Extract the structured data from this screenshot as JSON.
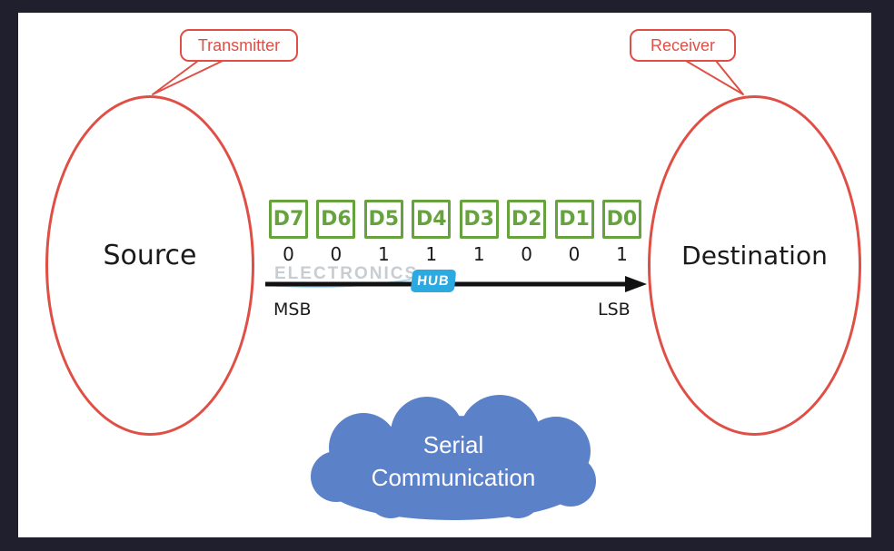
{
  "bubbles": {
    "transmitter": "Transmitter",
    "receiver": "Receiver"
  },
  "nodes": {
    "source": "Source",
    "destination": "Destination"
  },
  "bits": {
    "boxes": [
      "D7",
      "D6",
      "D5",
      "D4",
      "D3",
      "D2",
      "D1",
      "D0"
    ],
    "values": [
      "0",
      "0",
      "1",
      "1",
      "1",
      "0",
      "0",
      "1"
    ]
  },
  "axis": {
    "msb": "MSB",
    "lsb": "LSB"
  },
  "watermark": {
    "brand_left": "ELECTRONICS",
    "brand_right": "HUB"
  },
  "cloud": {
    "line1": "Serial",
    "line2": "Communication"
  },
  "colors": {
    "frame_background": "#1F1F2D",
    "canvas_background": "#FFFFFF",
    "red_accent": "#E04F45",
    "green_accent": "#66A33E",
    "hub_cyan": "#2BAAE2",
    "watermark_gray": "#C7CDD1",
    "cloud_blue": "#5B81C9",
    "arrow_black": "#111111"
  }
}
